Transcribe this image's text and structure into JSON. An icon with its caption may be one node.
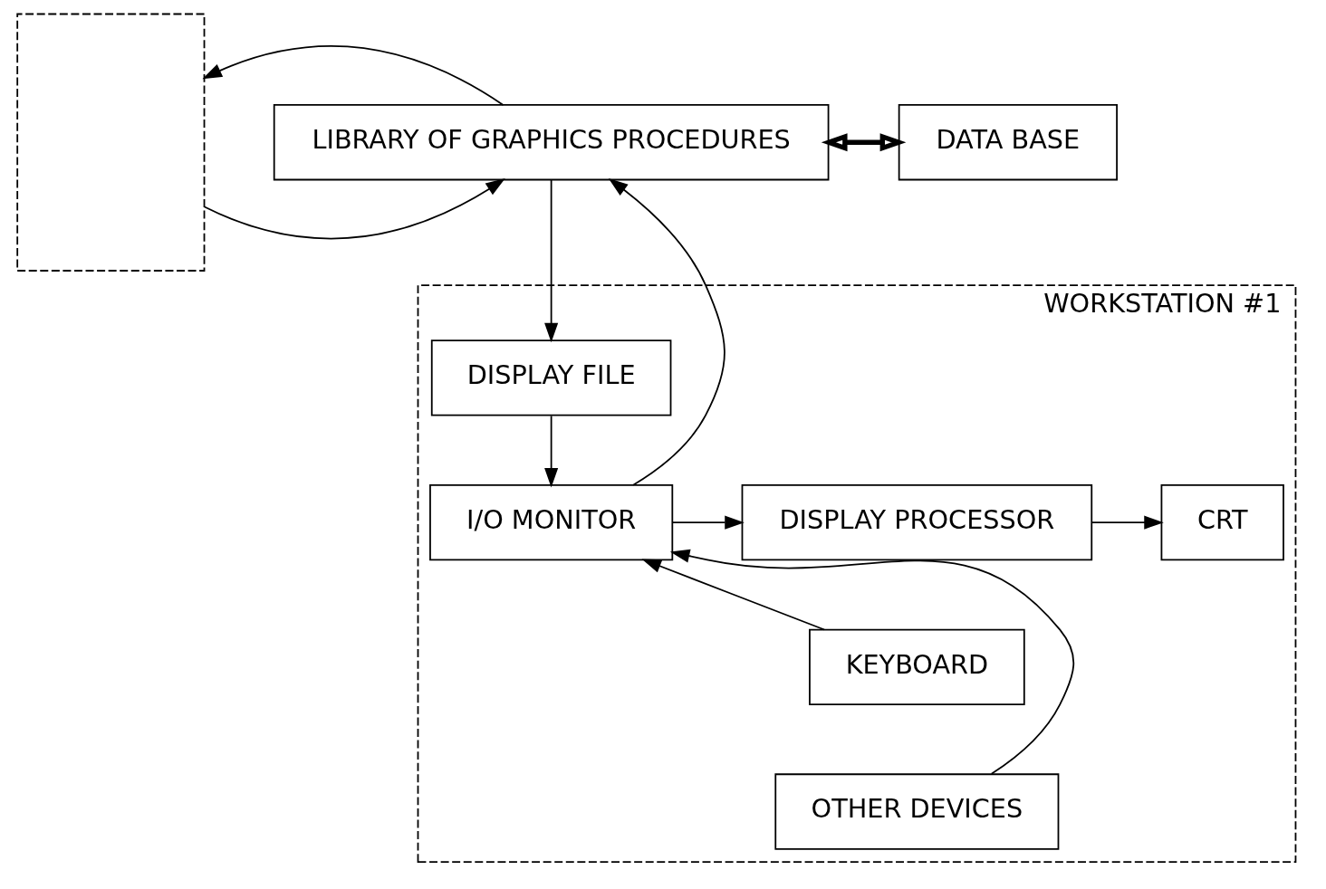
{
  "diagram": {
    "nodes": [
      {
        "text": [],
        "shape": "box"
      },
      {
        "text": [
          "LIBRARY OF GRAPHICS PROCEDURES"
        ]
      },
      {
        "text": [
          "DATA BASE"
        ]
      },
      {
        "text": [
          "WORKSTATION #1"
        ]
      },
      {
        "text": [
          "DISPLAY FILE"
        ],
        "in": 3
      },
      {
        "text": [
          "I/O MONITOR"
        ],
        "in": 3
      },
      {
        "text": [
          "DISPLAY PROCESSOR"
        ],
        "in": 3
      },
      {
        "text": [
          "CRT"
        ],
        "in": 3
      },
      {
        "text": [
          "KEYBOARD"
        ],
        "in": 3
      },
      {
        "text": [
          "OTHER DEVICES"
        ],
        "in": 3
      }
    ],
    "edges": [
      {
        "from": 0,
        "to": 1,
        "arrow": "to"
      },
      {
        "from": 1,
        "to": 0,
        "arrow": "to"
      },
      {
        "from": 1,
        "to": 2,
        "arrow": "both",
        "style": "thick"
      },
      {
        "from": 1,
        "to": 4,
        "arrow": "to"
      },
      {
        "from": 4,
        "to": 5,
        "arrow": "to"
      },
      {
        "from": 5,
        "to": 1,
        "arrow": "to"
      },
      {
        "from": 5,
        "to": 6,
        "arrow": "to"
      },
      {
        "from": 6,
        "to": 7,
        "arrow": "to"
      },
      {
        "from": 8,
        "to": 5,
        "arrow": "to"
      },
      {
        "from": 9,
        "to": 5,
        "arrow": "to"
      }
    ]
  }
}
